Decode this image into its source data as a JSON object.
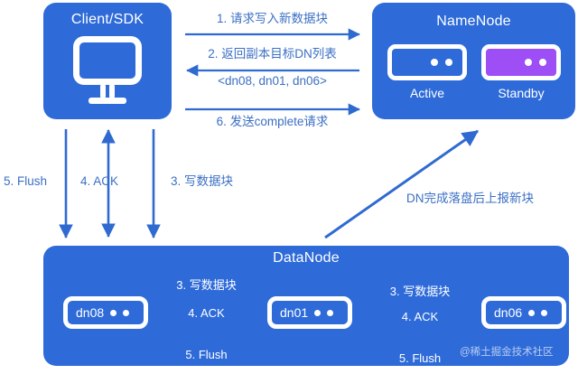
{
  "diagram": {
    "title_client": "Client/SDK",
    "title_namenode": "NameNode",
    "title_datanode": "DataNode",
    "watermark": "@稀土掘金技术社区",
    "colors": {
      "box_blue": "#2e6bd9",
      "standby_purple": "#9d4ef5",
      "label_blue": "#3b6fc4",
      "arrow_blue": "#2f6ad0",
      "arrow_white": "#ffffff",
      "background": "#ffffff"
    }
  },
  "namenode": {
    "nodes": [
      {
        "id": "active",
        "label": "Active",
        "dots": 2
      },
      {
        "id": "standby",
        "label": "Standby",
        "dots": 2
      }
    ]
  },
  "datanode": {
    "nodes": [
      {
        "id": "dn08",
        "label": "dn08",
        "dots": 2
      },
      {
        "id": "dn01",
        "label": "dn01",
        "dots": 2
      },
      {
        "id": "dn06",
        "label": "dn06",
        "dots": 2
      }
    ]
  },
  "flows": {
    "client_to_namenode": {
      "step1": "1. 请求写入新数据块",
      "step2_line1": "2. 返回副本目标DN列表",
      "step2_line2": "<dn08, dn01, dn06>",
      "step6": "6. 发送complete请求"
    },
    "client_to_datanode": {
      "flush": "5. Flush",
      "ack": "4. ACK",
      "write": "3. 写数据块"
    },
    "datanode_to_namenode": {
      "report": "DN完成落盘后上报新块"
    },
    "pipeline_left": {
      "write": "3. 写数据块",
      "ack": "4. ACK",
      "flush": "5. Flush"
    },
    "pipeline_right": {
      "write": "3. 写数据块",
      "ack": "4. ACK",
      "flush": "5. Flush"
    }
  }
}
